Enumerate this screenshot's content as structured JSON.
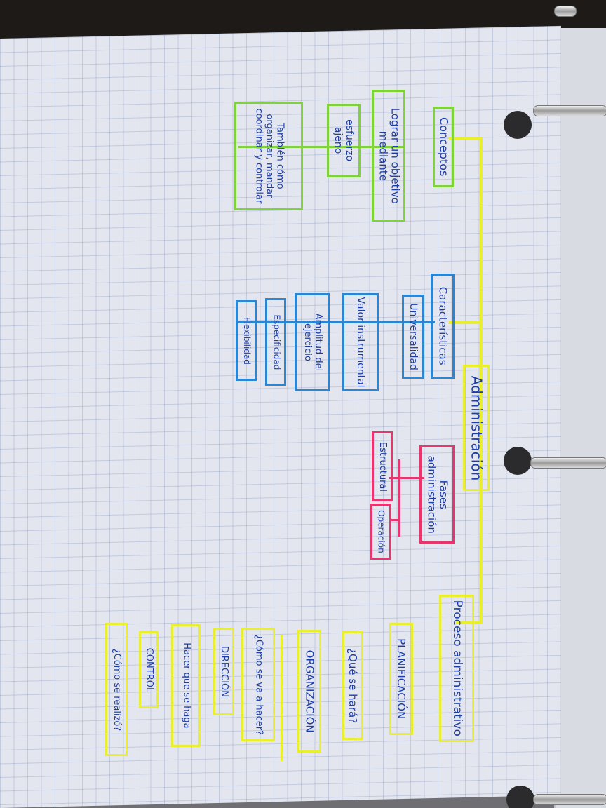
{
  "diagram": {
    "root": "Administración",
    "conceptos": {
      "heading": "Conceptos",
      "items": [
        "Lograr un objetivo mediante",
        "esfuerzo ajeno",
        "También cómo organizar, mandar coordinar y controlar"
      ]
    },
    "caracteristicas": {
      "heading": "Características",
      "items": [
        "Universalidad",
        "Valor instrumental",
        "Amplitud del ejercicio",
        "Especificidad",
        "Flexibilidad"
      ]
    },
    "fases": {
      "heading": "Fases administración",
      "items": [
        "Estructural",
        "Operación"
      ]
    },
    "proceso": {
      "heading": "Proceso administrativo",
      "steps": [
        {
          "name": "PLANIFICACIÓN",
          "question": "¿Qué se hará?"
        },
        {
          "name": "ORGANIZACIÓN",
          "question": "¿Cómo se va a hacer?"
        },
        {
          "name": "DIRECCIÓN",
          "question": "Hacer que se haga"
        },
        {
          "name": "CONTROL",
          "question": "¿Cómo se realizó?"
        }
      ]
    }
  },
  "colors": {
    "root": "#e9ef2e",
    "conceptos": "#7fd23a",
    "caracteristicas": "#2a86d2",
    "fases": "#e8356d",
    "proceso": "#e9ef2e",
    "ink": "#1c3da8"
  }
}
